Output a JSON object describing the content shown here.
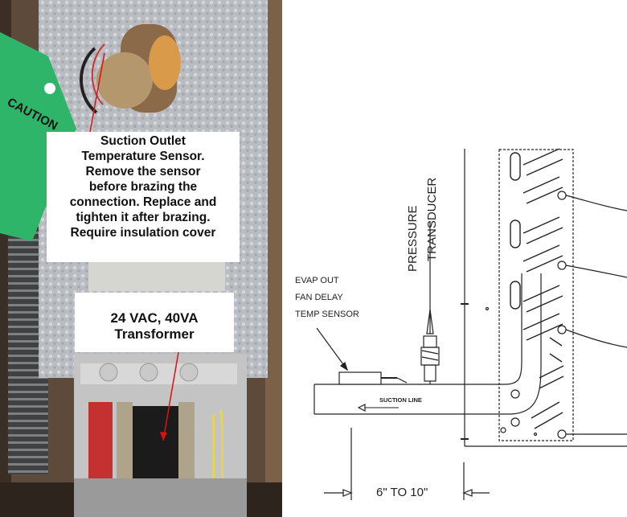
{
  "photo": {
    "caution_tag": "CAUTION",
    "sensor_callout": [
      "Suction Outlet",
      "Temperature Sensor.",
      "Remove the sensor",
      "before brazing the",
      "connection. Replace and",
      "tighten it after brazing.",
      "Require insulation cover"
    ],
    "transformer_callout": [
      "24 VAC, 40VA",
      "Transformer"
    ]
  },
  "diagram": {
    "pressure_label": [
      "PRESSURE",
      "TRANSDUCER"
    ],
    "evap_label": [
      "EVAP OUT",
      "FAN DELAY",
      "TEMP SENSOR"
    ],
    "suction_label": "SUCTION LINE",
    "distance_label": "6\" TO 10\""
  }
}
